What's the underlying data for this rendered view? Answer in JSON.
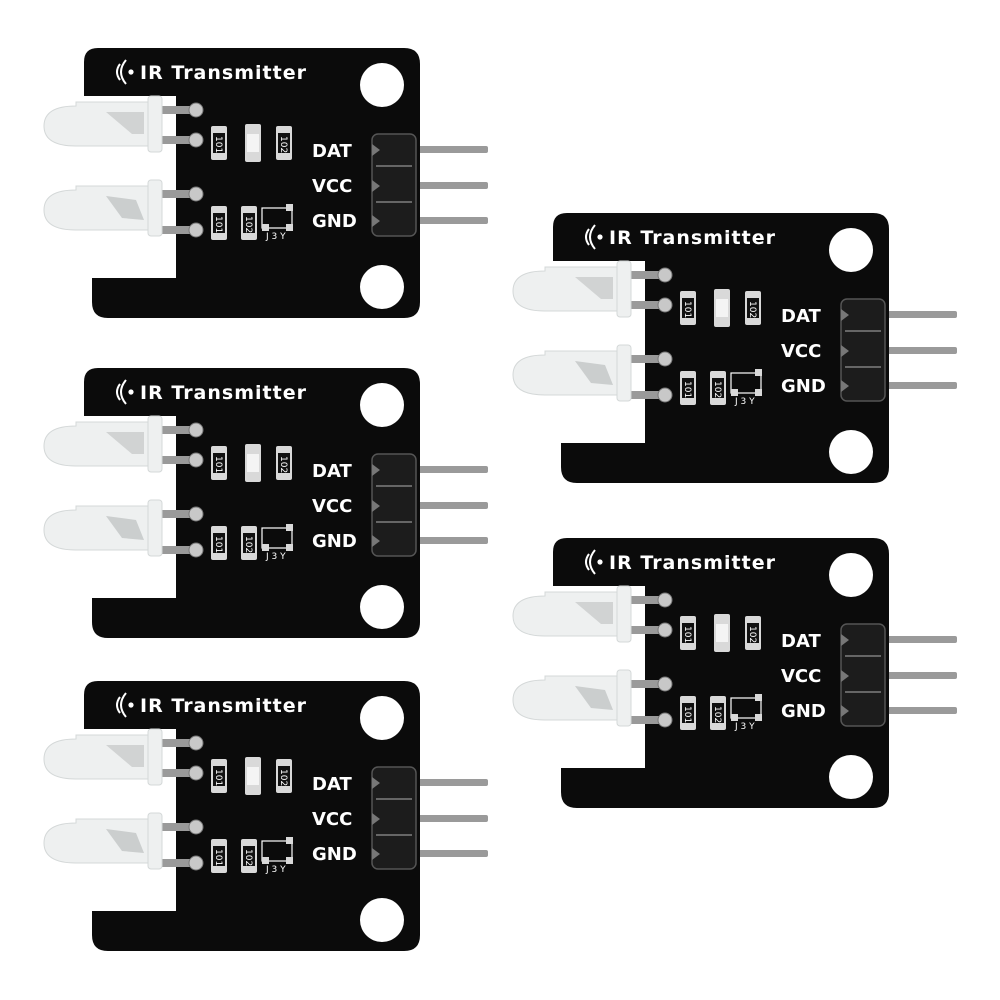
{
  "colors": {
    "pcb": "#0b0b0b",
    "silkscreen": "#ffffff",
    "pin_metal": "#9a9a9a",
    "led_lens": "#eef0f0",
    "background": "#ffffff"
  },
  "module_count": 5,
  "board": {
    "title": "IR Transmitter",
    "title_icon": "wave-signal-icon",
    "pins": [
      "DAT",
      "VCC",
      "GND"
    ],
    "resistor_labels": [
      "101",
      "102",
      "101",
      "102"
    ],
    "diode_label": "J 3 Y"
  }
}
